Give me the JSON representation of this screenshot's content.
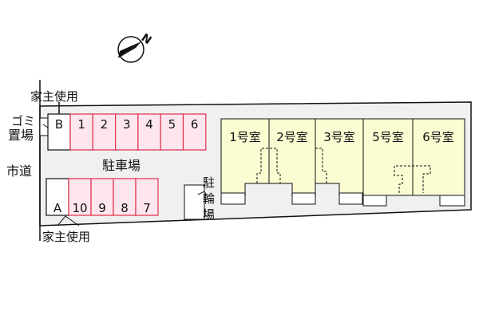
{
  "compass": {
    "label": "N",
    "icon": "north-arrow-icon"
  },
  "labels": {
    "owner_use_top": "家主使用",
    "owner_use_bottom": "家主使用",
    "garbage_line1": "ゴミ",
    "garbage_line2": "置場",
    "city_road": "市道",
    "parking_lot": "駐車場",
    "bicycle_parking": [
      "駐",
      "輪",
      "場"
    ]
  },
  "parking": {
    "top_row": [
      "B",
      "1",
      "2",
      "3",
      "4",
      "5",
      "6"
    ],
    "bottom_row": [
      "A",
      "10",
      "9",
      "8",
      "7"
    ]
  },
  "units": [
    "1号室",
    "2号室",
    "3号室",
    "5号室",
    "6号室"
  ],
  "colors": {
    "lot": "#f0f0f0",
    "parking_space": "#fde6ee",
    "parking_border": "#e0304a",
    "unit_fill": "#fcfcd2"
  }
}
